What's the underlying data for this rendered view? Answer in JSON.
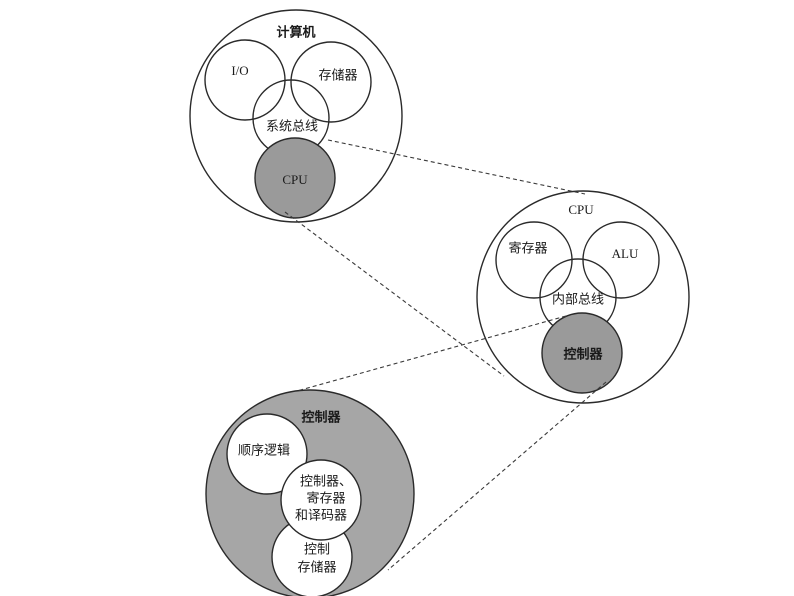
{
  "diagram": {
    "computer": {
      "title": "计算机",
      "io": "I/O",
      "memory": "存储器",
      "bus": "系统总线",
      "cpu": "CPU"
    },
    "cpu_detail": {
      "title": "CPU",
      "registers": "寄存器",
      "alu": "ALU",
      "bus": "内部总线",
      "controller": "控制器"
    },
    "controller_detail": {
      "title": "控制器",
      "sequential_logic": "顺序逻辑",
      "decoder_line1": "控制器、",
      "decoder_line2": "寄存器",
      "decoder_line3": "和译码器",
      "control_memory_line1": "控制",
      "control_memory_line2": "存储器"
    },
    "colors": {
      "highlight_fill": "#9a9a9a",
      "outline": "#2a2a2a",
      "background": "#ffffff"
    }
  }
}
